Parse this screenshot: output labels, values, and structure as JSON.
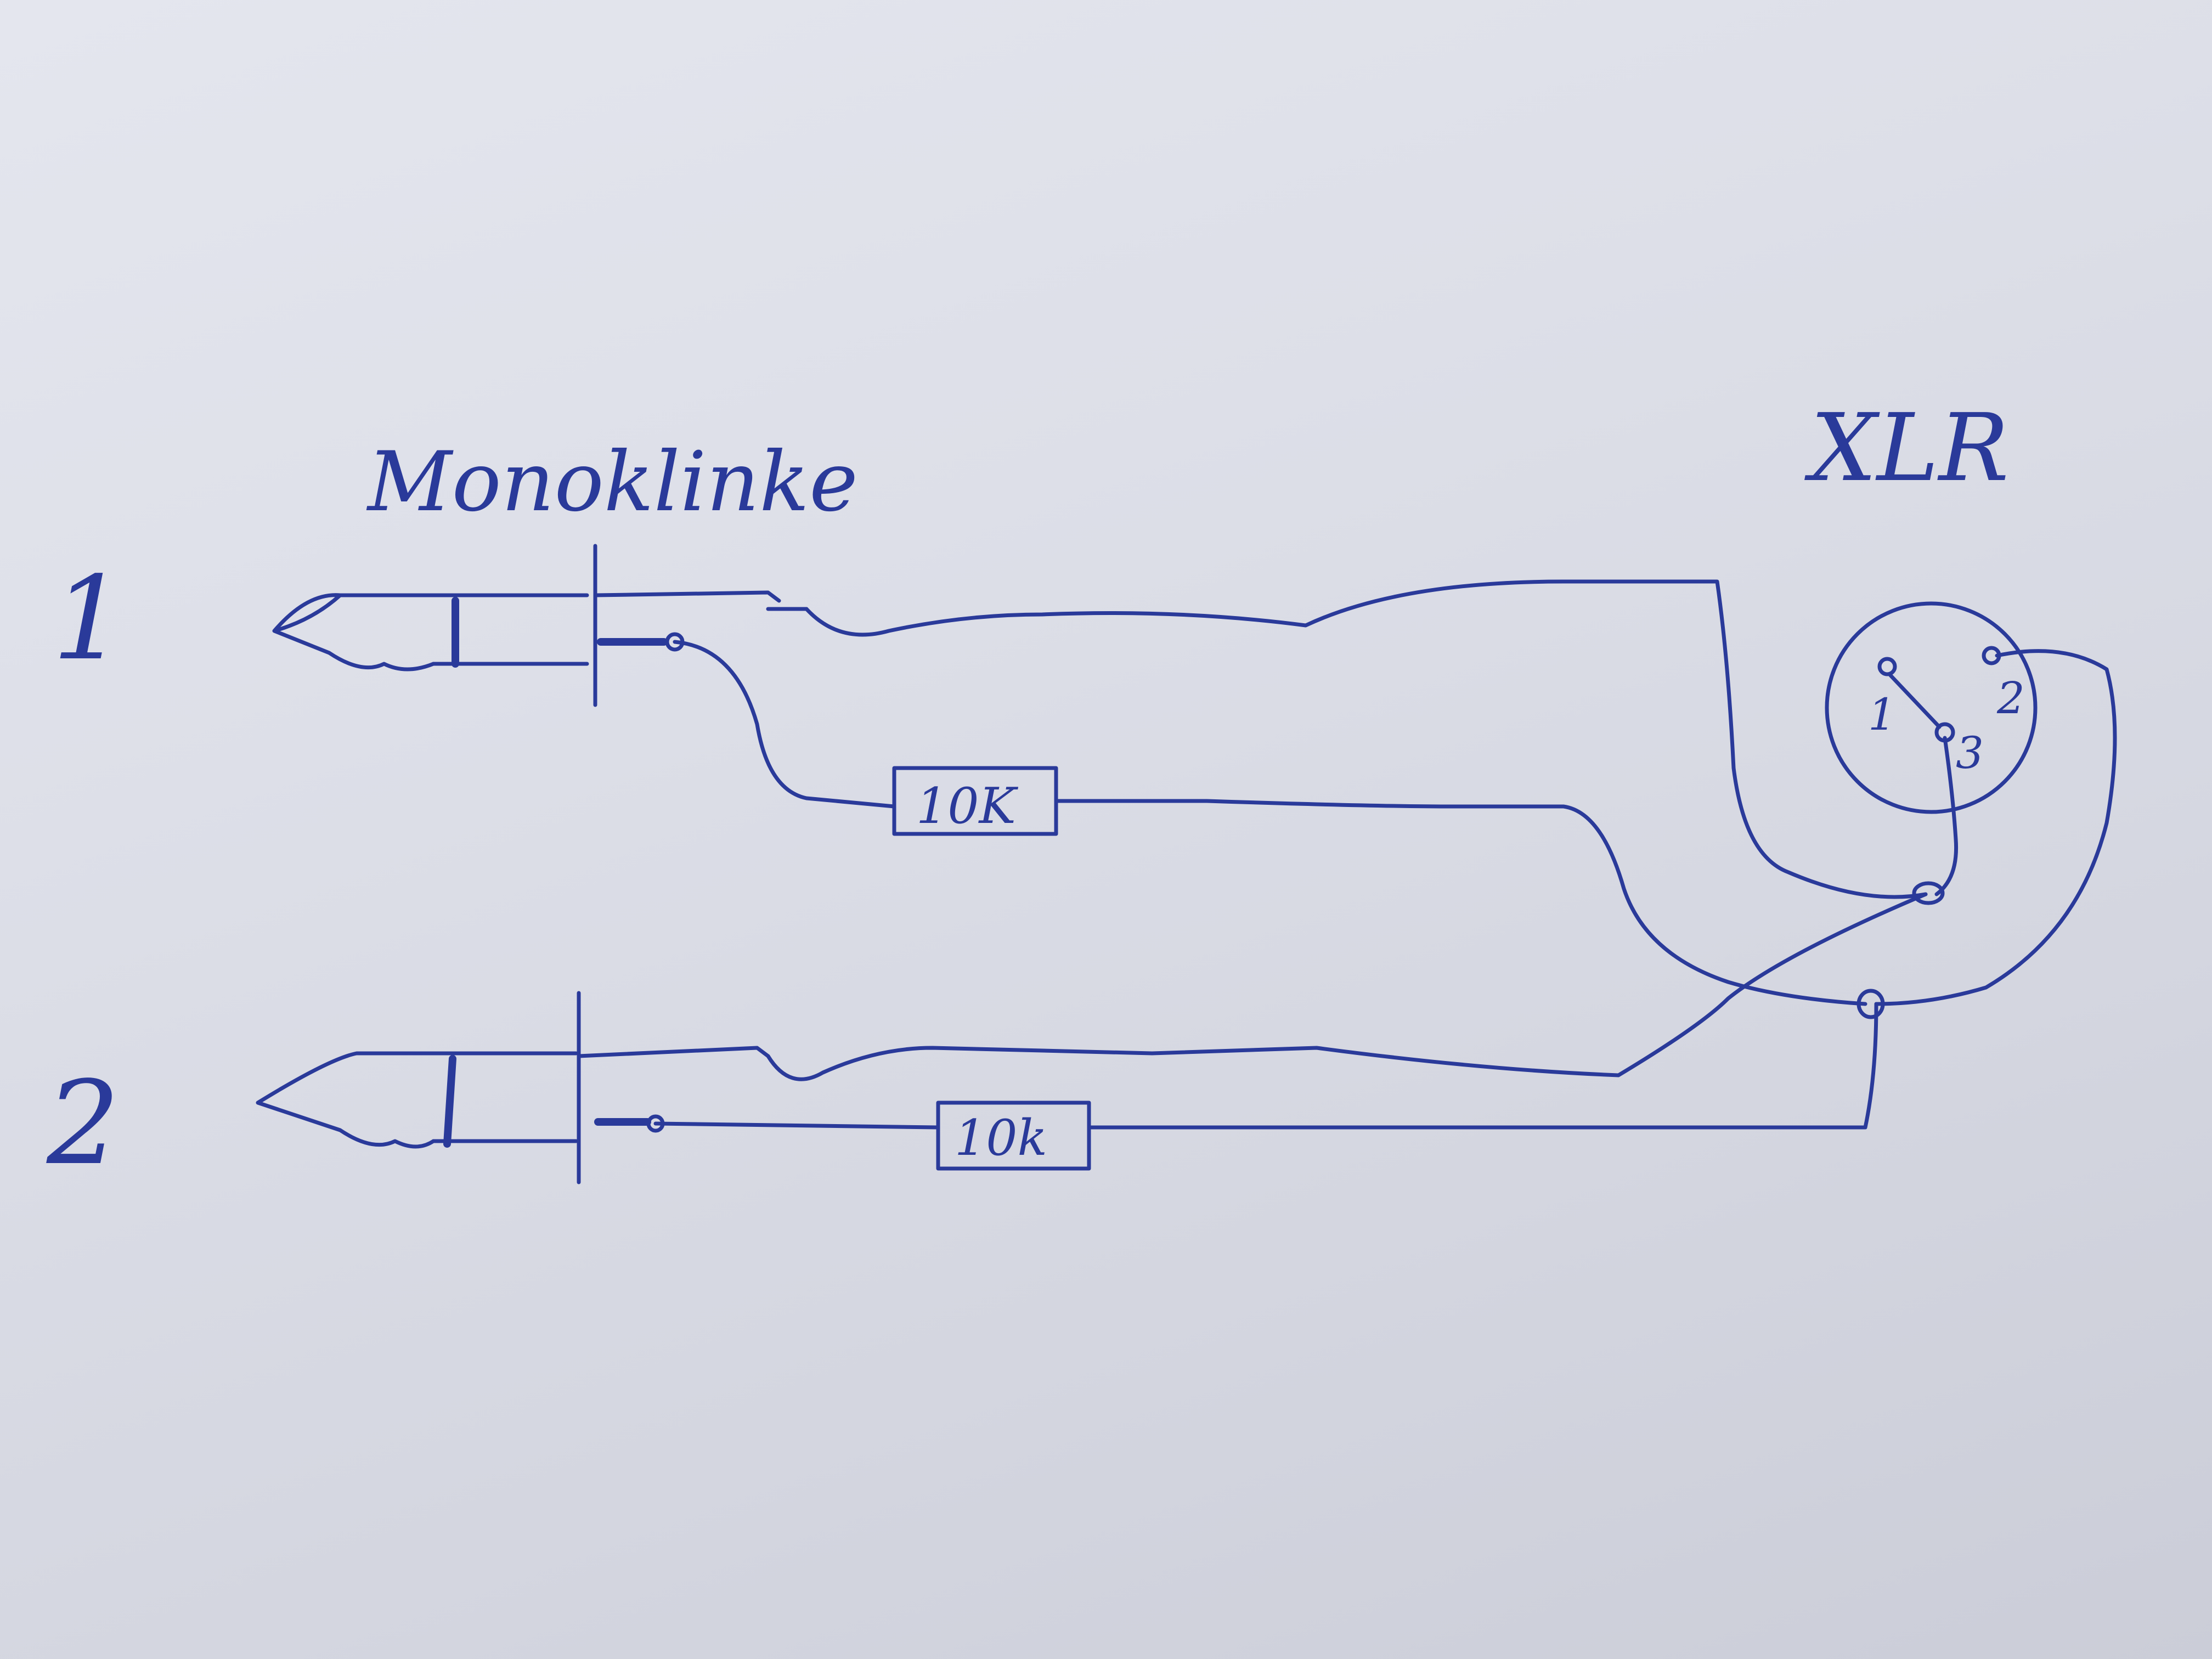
{
  "labels": {
    "jack_title": "Monoklinke",
    "xlr_title": "XLR",
    "jack_1": "1",
    "jack_2": "2",
    "resistor_1": "10K",
    "resistor_2": "10k"
  },
  "xlr_pins": {
    "pin_1": "1",
    "pin_2": "2",
    "pin_3": "3"
  },
  "colors": {
    "ink": "#2a3a9a",
    "paper": "#dcdee6"
  }
}
